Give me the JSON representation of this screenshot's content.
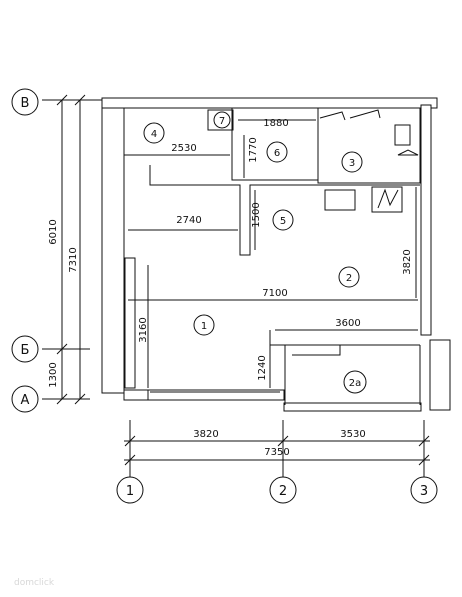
{
  "axes": {
    "rows": [
      "В",
      "Б",
      "А"
    ],
    "cols": [
      "1",
      "2",
      "3"
    ]
  },
  "rooms": [
    "1",
    "2",
    "2а",
    "3",
    "4",
    "5",
    "6",
    "7"
  ],
  "dimensions": {
    "d6010": "6010",
    "d7310": "7310",
    "d1300": "1300",
    "d3160": "3160",
    "d1240": "1240",
    "d3820v": "3820",
    "d1770": "1770",
    "d1500": "1500",
    "d1880": "1880",
    "d2530": "2530",
    "d2740": "2740",
    "d7100": "7100",
    "d3600": "3600",
    "d3820h": "3820",
    "d3530": "3530",
    "d7350": "7350"
  },
  "watermark": "domclick"
}
